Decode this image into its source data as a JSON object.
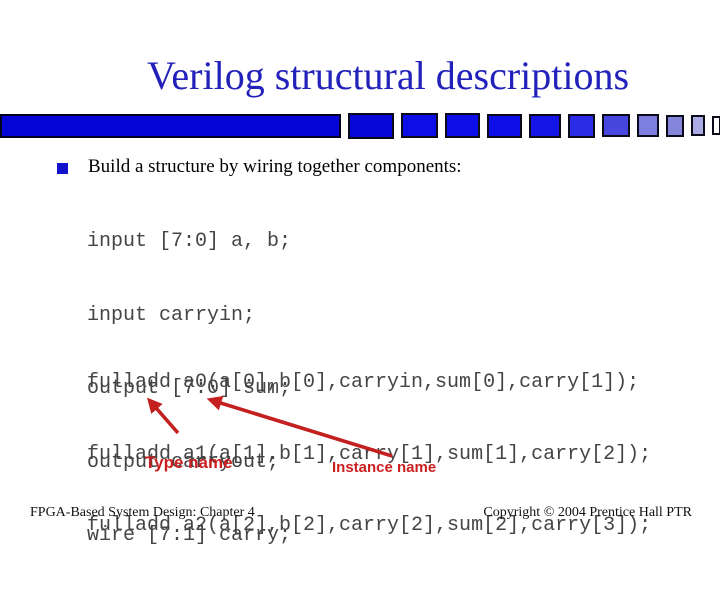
{
  "slide": {
    "title": "Verilog structural descriptions",
    "bullet_text": "Build a structure by wiring together components:",
    "code_declarations": [
      "input [7:0] a, b;",
      "input carryin;",
      "output [7:0] sum;",
      "output carryout;",
      "wire [7:1] carry;"
    ],
    "code_instances": [
      "fulladd a0(a[0],b[0],carryin,sum[0],carry[1]);",
      "fulladd a1(a[1],b[1],carry[1],sum[1],carry[2]);",
      "fulladd a2(a[2],b[2],carry[2],sum[2],carry[3]);"
    ],
    "annotations": {
      "type_label": "Type name",
      "instance_label": "Instance name"
    },
    "footer": {
      "left": "FPGA-Based System Design: Chapter 4",
      "right": "Copyright © 2004 Prentice Hall PTR"
    },
    "colors": {
      "title_blue": "#2222BB",
      "bar_blue": "#0505D8",
      "code_gray": "#454545",
      "accent_red": "#C42020",
      "bullet_blue": "#1313CC"
    },
    "decor_bar": {
      "squares": [
        {
          "w": 42,
          "h": 22,
          "color": "#0707D8"
        },
        {
          "w": 33,
          "h": 21,
          "color": "#0D0DE8"
        },
        {
          "w": 31,
          "h": 21,
          "color": "#0D0DE8"
        },
        {
          "w": 31,
          "h": 20,
          "color": "#0D0DE8"
        },
        {
          "w": 28,
          "h": 20,
          "color": "#1515E8"
        },
        {
          "w": 23,
          "h": 20,
          "color": "#2C2CE6"
        },
        {
          "w": 24,
          "h": 19,
          "color": "#4747E0"
        },
        {
          "w": 18,
          "h": 19,
          "color": "#7E7EE0"
        },
        {
          "w": 14,
          "h": 18,
          "color": "#8585DC"
        },
        {
          "w": 10,
          "h": 17,
          "color": "#ABABE6"
        },
        {
          "w": 5,
          "h": 15,
          "color": "#FFFFFF"
        }
      ]
    }
  }
}
